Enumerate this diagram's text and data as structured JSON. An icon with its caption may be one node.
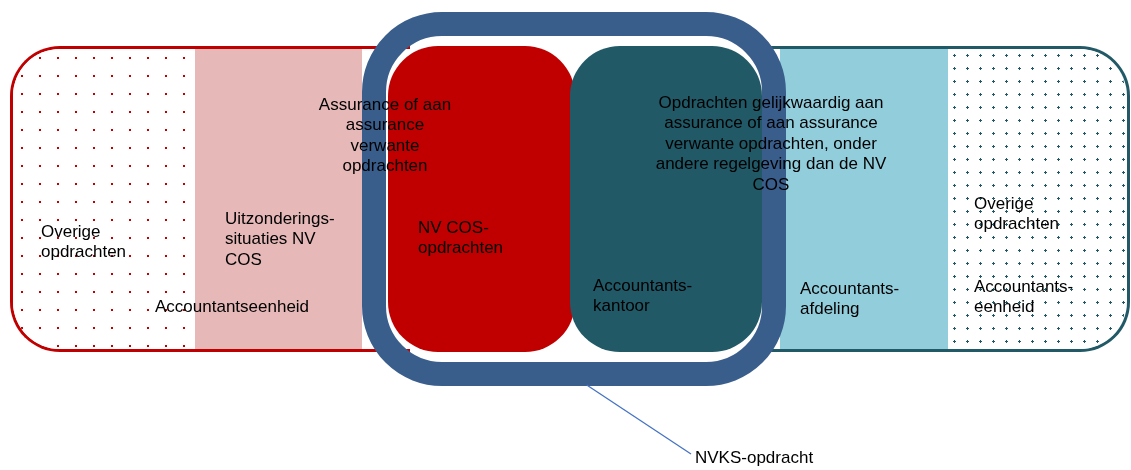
{
  "diagram": {
    "nodes": [
      {
        "text": [
          "Overige opdrachten"
        ]
      },
      {
        "text": [
          "Uitzonderings-situaties NV COS",
          "Accountantseenheid"
        ]
      },
      {
        "text": [],
        "shape": "box"
      },
      {
        "text": [
          "NV COS-opdrachten"
        ],
        "in": 2
      },
      {
        "text": [
          "Accountants-kantoor"
        ],
        "in": 2
      },
      {
        "text": [
          "Accountants-afdeling"
        ]
      },
      {
        "text": [
          "Overige opdrachten",
          "Accountants-eenheid"
        ]
      },
      {
        "text": [
          "NVKS-opdracht"
        ]
      }
    ],
    "edges": [
      {
        "from": 7,
        "to": 2,
        "arrow": "none"
      }
    ],
    "labels": [
      "Assurance of aan assurance verwante opdrachten",
      "Opdrachten gelijkwaardig aan assurance of aan assurance verwante opdrachten, onder andere regelgeving dan de NV COS"
    ]
  }
}
